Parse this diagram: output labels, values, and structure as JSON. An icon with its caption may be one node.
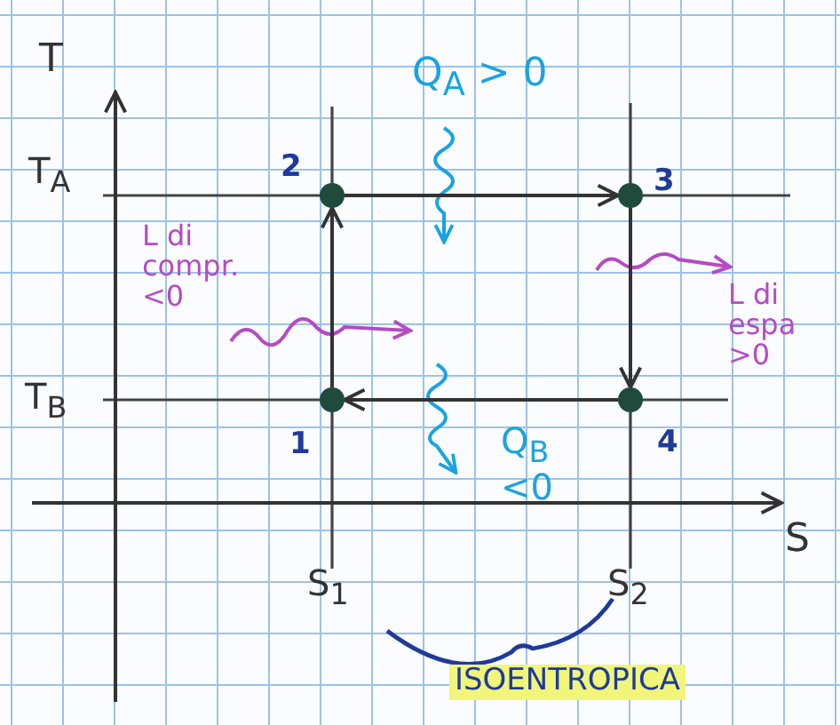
{
  "diagram": {
    "nodes": [
      {
        "text": [],
        "shape": "circle",
        "beside": [
          "2"
        ]
      },
      {
        "text": [],
        "shape": "circle",
        "beside": [
          "3"
        ]
      },
      {
        "text": [],
        "shape": "circle",
        "beside": [
          "1"
        ]
      },
      {
        "text": [],
        "shape": "circle",
        "beside": [
          "4"
        ]
      }
    ],
    "edges": [
      {
        "from": 2,
        "to": 0,
        "arrow": "to"
      },
      {
        "from": 0,
        "to": 1,
        "arrow": "to"
      },
      {
        "from": 1,
        "to": 3,
        "arrow": "to"
      },
      {
        "from": 3,
        "to": 2,
        "arrow": "to"
      }
    ],
    "labels": [
      "T",
      "Q$_{A}$ > 0",
      "T$_{A}$",
      "L di compr. <0",
      "L di espa >0",
      "T$_{B}$",
      "Q$_{B}$ <0",
      "S",
      "S$_{1}$",
      "S$_{2}$",
      "ISOENTROPICA"
    ]
  }
}
